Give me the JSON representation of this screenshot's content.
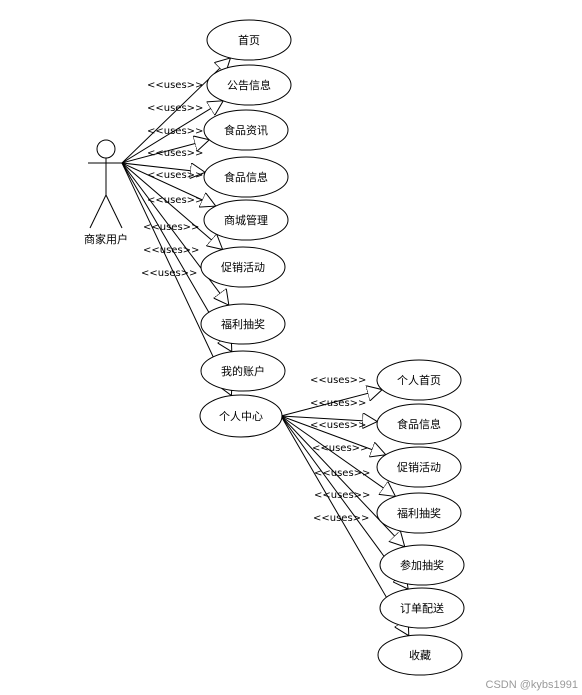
{
  "actor": {
    "name": "商家用户"
  },
  "stereotype": "<<uses>>",
  "top_use_cases": [
    {
      "id": "home",
      "label": "首页"
    },
    {
      "id": "notice",
      "label": "公告信息"
    },
    {
      "id": "food-news",
      "label": "食品资讯"
    },
    {
      "id": "food-info",
      "label": "食品信息"
    },
    {
      "id": "mall",
      "label": "商城管理"
    },
    {
      "id": "promo",
      "label": "促销活动"
    },
    {
      "id": "lottery",
      "label": "福利抽奖"
    },
    {
      "id": "account",
      "label": "我的账户"
    },
    {
      "id": "center",
      "label": "个人中心"
    }
  ],
  "center_use_cases": [
    {
      "id": "p-home",
      "label": "个人首页"
    },
    {
      "id": "p-food-info",
      "label": "食品信息"
    },
    {
      "id": "p-promo",
      "label": "促销活动"
    },
    {
      "id": "p-lottery",
      "label": "福利抽奖"
    },
    {
      "id": "p-join-lottery",
      "label": "参加抽奖"
    },
    {
      "id": "p-orders",
      "label": "订单配送"
    },
    {
      "id": "p-favorites",
      "label": "收藏"
    }
  ],
  "watermark": "CSDN @kybs1991"
}
